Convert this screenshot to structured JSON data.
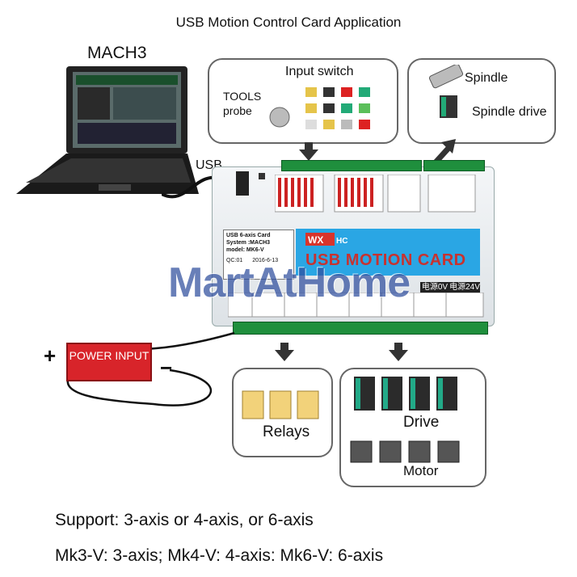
{
  "title": "USB Motion Control Card Application",
  "mach3": {
    "label": "MACH3"
  },
  "usb": {
    "label": "USB"
  },
  "input_panel": {
    "label": "Input switch",
    "tools_probe": "TOOLS probe"
  },
  "spindle_panel": {
    "spindle": "Spindle",
    "spindle_drive": "Spindle drive"
  },
  "card": {
    "title": "USB MOTION CARD",
    "sticker": [
      "USB 6-axis Card",
      "System :MACH3",
      "model: MK6-V",
      "QC:01",
      "2016-6-13"
    ],
    "power_0v": "电源0V",
    "power_24v": "电源24V"
  },
  "power": {
    "label": "POWER INPUT",
    "plus": "+",
    "minus": "−"
  },
  "relays": {
    "label": "Relays"
  },
  "drive_motor": {
    "drive": "Drive",
    "motor": "Motor"
  },
  "watermark": "MartAtHome",
  "support": "Support: 3-axis or 4-axis,  or 6-axis",
  "models": "Mk3-V:  3-axis;  Mk4-V:  4-axis:  Mk6-V:  6-axis",
  "colors": {
    "terminal": "#1f8f3d",
    "card_band": "#2aa6e4",
    "power_box": "#d8242a"
  }
}
